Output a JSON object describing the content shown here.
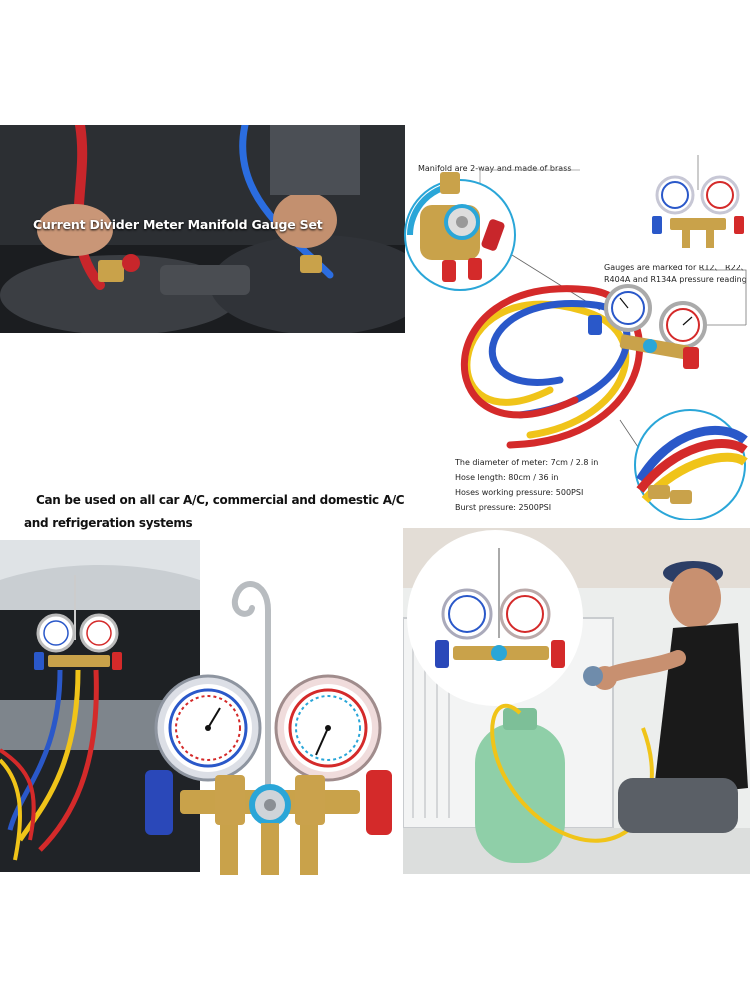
{
  "banner": {
    "title": "Current Divider Meter Manifold Gauge Set"
  },
  "diagram": {
    "brass_note": "Manifold are 2-way and made of brass",
    "gauge_note_line1": "Gauges are marked for R12、 R22、",
    "gauge_note_line2": "R404A and R134A pressure reading"
  },
  "specs": [
    "The diameter of meter: 7cm / 2.8 in",
    "Hose length: 80cm / 36 in",
    "Hoses working pressure: 500PSI",
    "Burst pressure: 2500PSI"
  ],
  "headline": {
    "line1": "Can be used on all car A/C, commercial and domestic A/C",
    "line2": "and refrigeration systems"
  },
  "colors": {
    "hose_red": "#d42a2a",
    "hose_blue": "#2a58c9",
    "hose_yellow": "#f0c419",
    "brass": "#c9a24a",
    "accent_cyan": "#2aa6d8"
  }
}
